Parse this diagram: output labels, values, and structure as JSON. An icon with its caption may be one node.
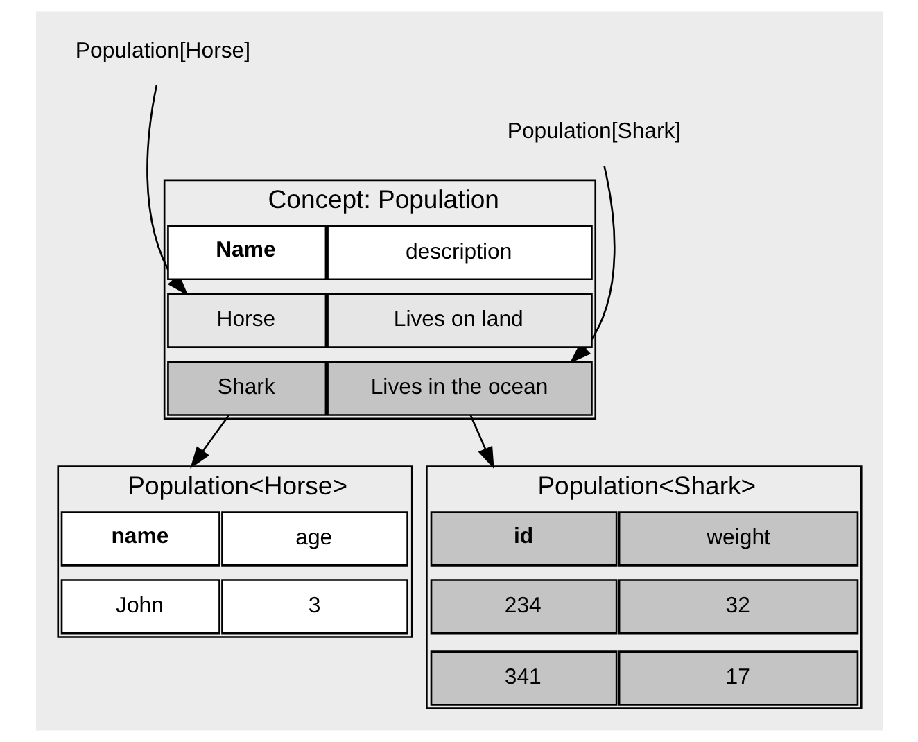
{
  "diagram": {
    "nodes": [
      {
        "text": [
          "Population[Horse]"
        ]
      },
      {
        "text": [
          "Population[Shark]"
        ]
      },
      {
        "text": [
          "Concept: Population"
        ]
      },
      {
        "text": [
          "Name"
        ],
        "in": 2
      },
      {
        "text": [
          "description"
        ],
        "in": 2
      },
      {
        "text": [
          "Horse"
        ],
        "in": 2
      },
      {
        "text": [
          "Lives on land"
        ],
        "in": 2
      },
      {
        "text": [
          "Shark"
        ],
        "in": 2
      },
      {
        "text": [
          "Lives in the ocean"
        ],
        "in": 2
      },
      {
        "text": [
          "Population<Horse>"
        ]
      },
      {
        "text": [
          "name"
        ],
        "in": 9
      },
      {
        "text": [
          "age"
        ],
        "in": 9
      },
      {
        "text": [
          "John"
        ],
        "in": 9
      },
      {
        "text": [
          "3"
        ],
        "in": 9
      },
      {
        "text": [
          "Population<Shark>"
        ]
      },
      {
        "text": [
          "id"
        ],
        "in": 14
      },
      {
        "text": [
          "weight"
        ],
        "in": 14
      },
      {
        "text": [
          "234"
        ],
        "in": 14
      },
      {
        "text": [
          "32"
        ],
        "in": 14
      },
      {
        "text": [
          "341"
        ],
        "in": 14
      },
      {
        "text": [
          "17"
        ],
        "in": 14
      }
    ],
    "edges": [
      {
        "from": 0,
        "to": 5,
        "arrow": "to"
      },
      {
        "from": 1,
        "to": 8,
        "arrow": "to"
      },
      {
        "from": 7,
        "to": 9,
        "arrow": "to"
      },
      {
        "from": 8,
        "to": 14,
        "arrow": "to"
      }
    ]
  }
}
